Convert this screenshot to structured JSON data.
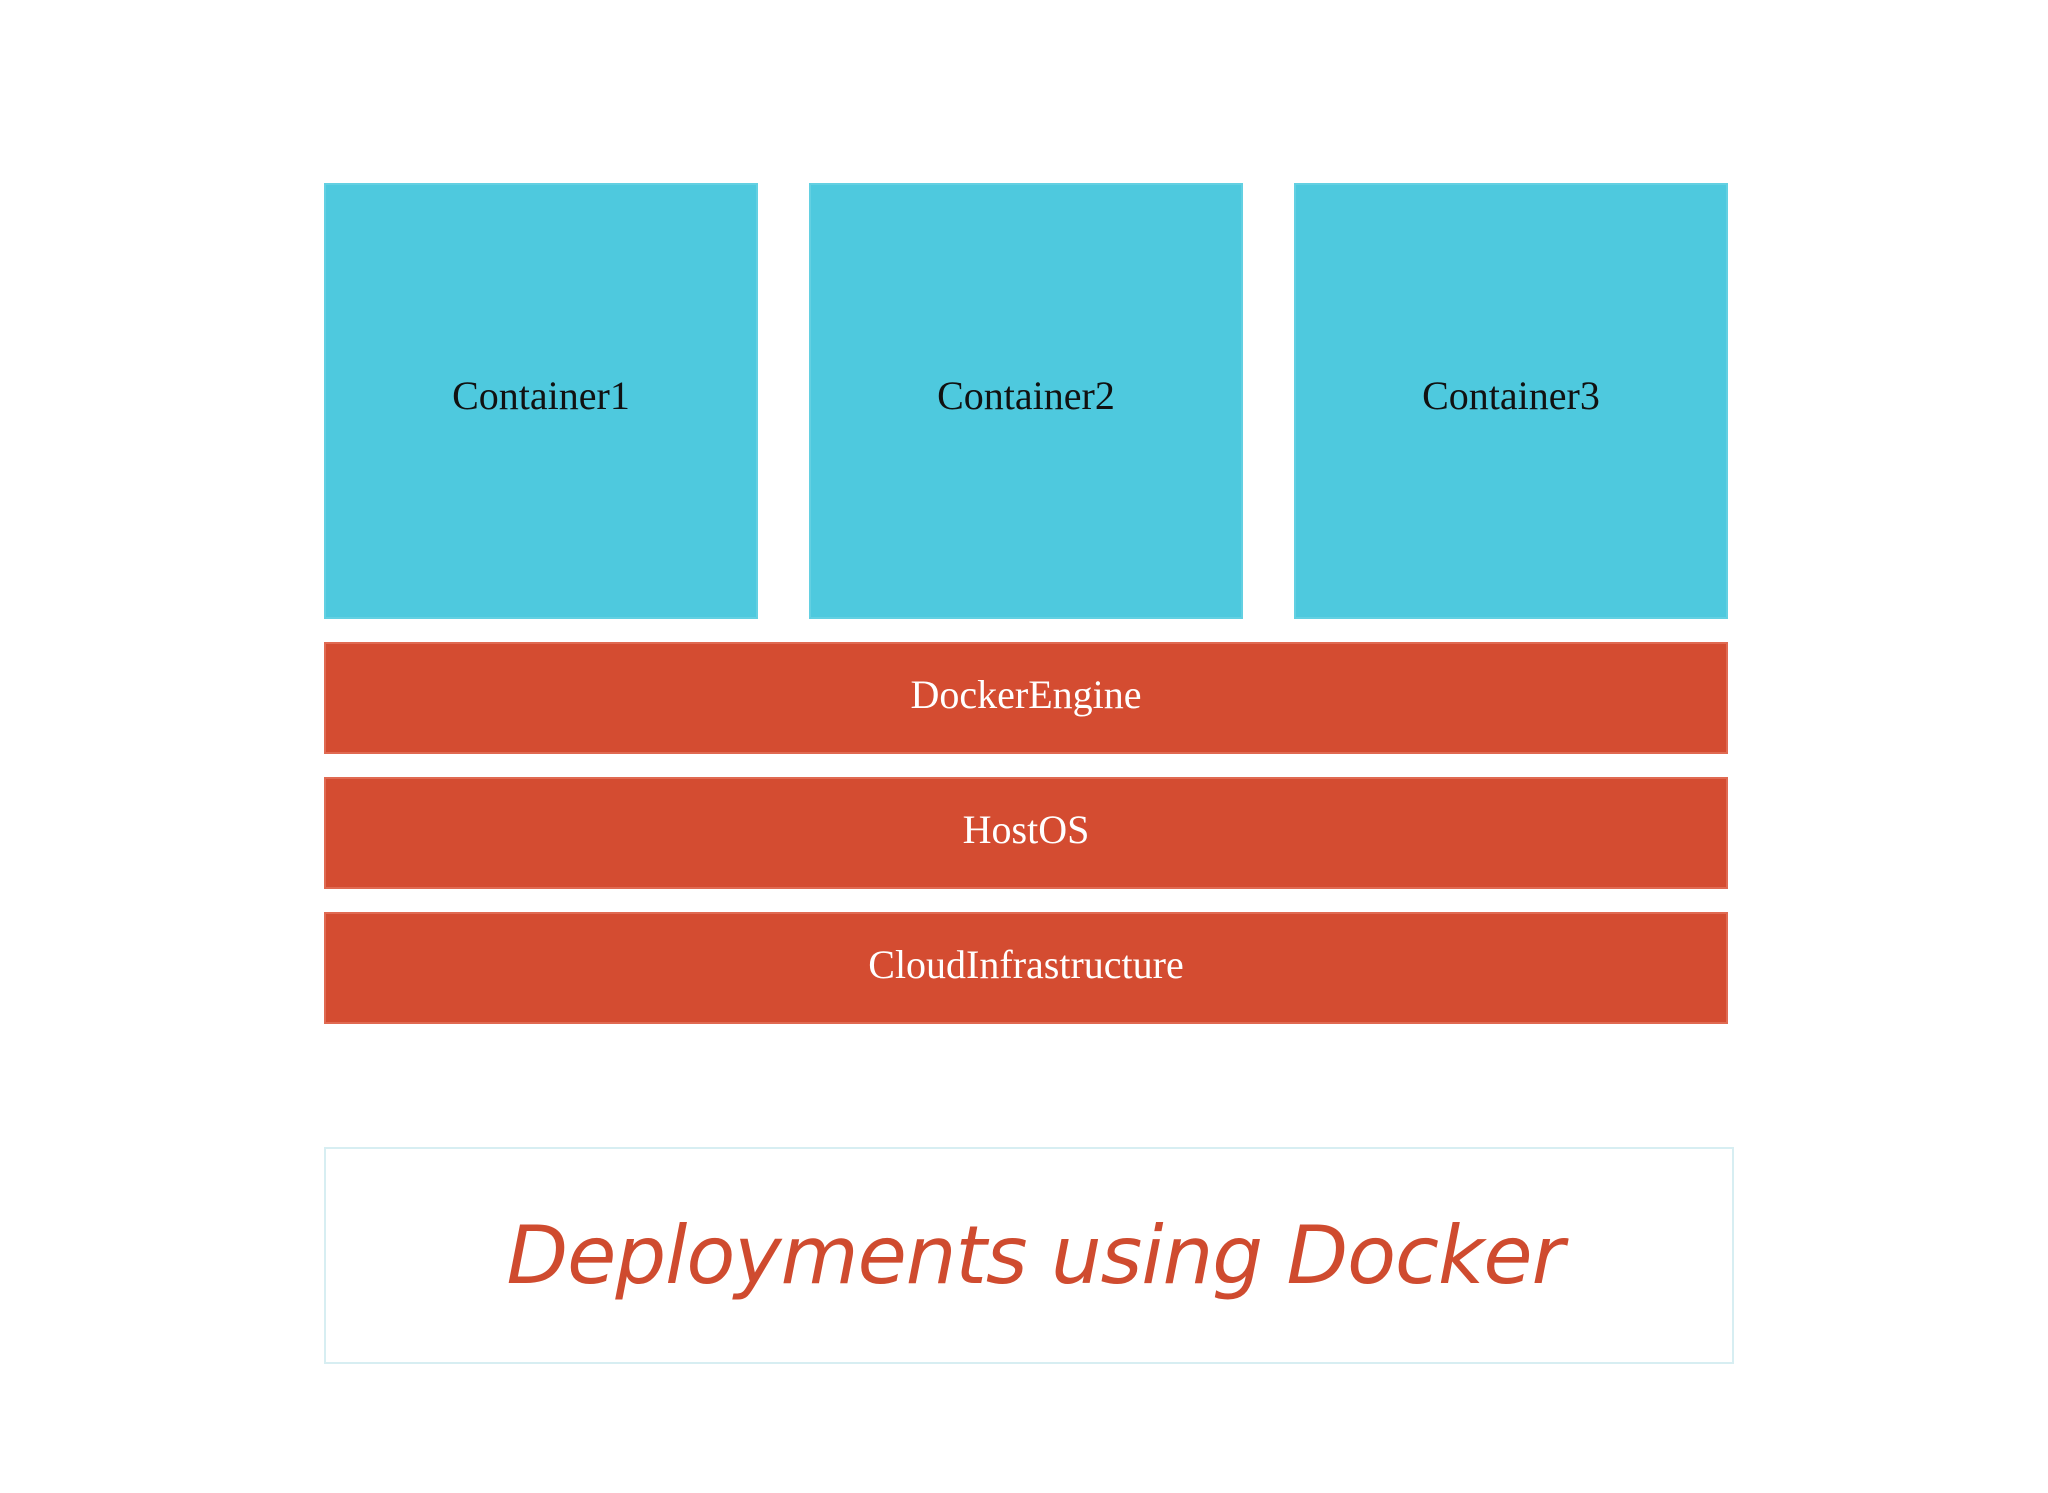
{
  "diagram": {
    "containers": [
      {
        "label": "Container1"
      },
      {
        "label": "Container2"
      },
      {
        "label": "Container3"
      }
    ],
    "layers": [
      {
        "label": "DockerEngine"
      },
      {
        "label": "HostOS"
      },
      {
        "label": "CloudInfrastructure"
      }
    ],
    "caption": "Deployments using Docker"
  },
  "colors": {
    "container": "#4ec9de",
    "layer": "#d44c31",
    "caption_text": "#cf4b2f",
    "caption_border": "#d7eef2"
  }
}
